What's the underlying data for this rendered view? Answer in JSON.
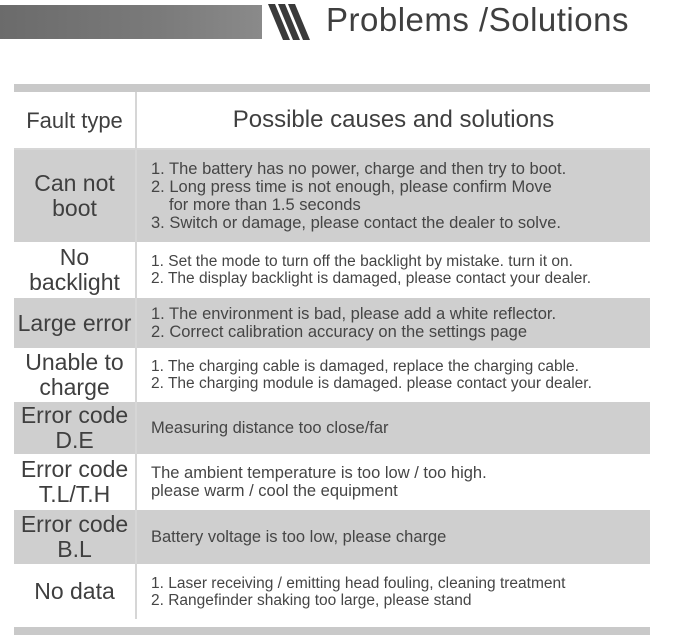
{
  "title": "Problems /Solutions",
  "table": {
    "header": {
      "fault_type": "Fault type",
      "causes": "Possible causes and solutions"
    },
    "rows": [
      {
        "fault": "Can not\nboot",
        "causes": [
          "1. The battery has no power, charge and then try to boot.",
          "2. Long press time is not enough, please confirm Move",
          "for  more than 1.5 seconds",
          "3. Switch or damage, please contact the dealer to solve."
        ]
      },
      {
        "fault": "No\nbacklight",
        "causes": [
          "1. Set the mode to turn off the backlight by mistake.  turn it on.",
          "2. The display backlight is damaged, please contact your dealer."
        ]
      },
      {
        "fault": "Large error",
        "causes": [
          "1. The environment is bad, please add a white reflector.",
          "2. Correct calibration accuracy on the settings page"
        ]
      },
      {
        "fault": "Unable to\ncharge",
        "causes": [
          "1. The charging cable is damaged, replace the charging cable.",
          "2. The charging module is damaged.  please contact your dealer."
        ]
      },
      {
        "fault": "Error code\nD.E",
        "causes": [
          "Measuring distance too close/far"
        ]
      },
      {
        "fault": "Error code\nT.L/T.H",
        "causes": [
          "The ambient temperature is too low / too high.",
          "please warm / cool the equipment"
        ]
      },
      {
        "fault": "Error code\nB.L",
        "causes": [
          "Battery voltage is too low, please charge"
        ]
      },
      {
        "fault": "No  data",
        "causes": [
          "1. Laser receiving / emitting head fouling, cleaning treatment",
          "2. Rangefinder shaking too large, please stand"
        ]
      }
    ]
  }
}
